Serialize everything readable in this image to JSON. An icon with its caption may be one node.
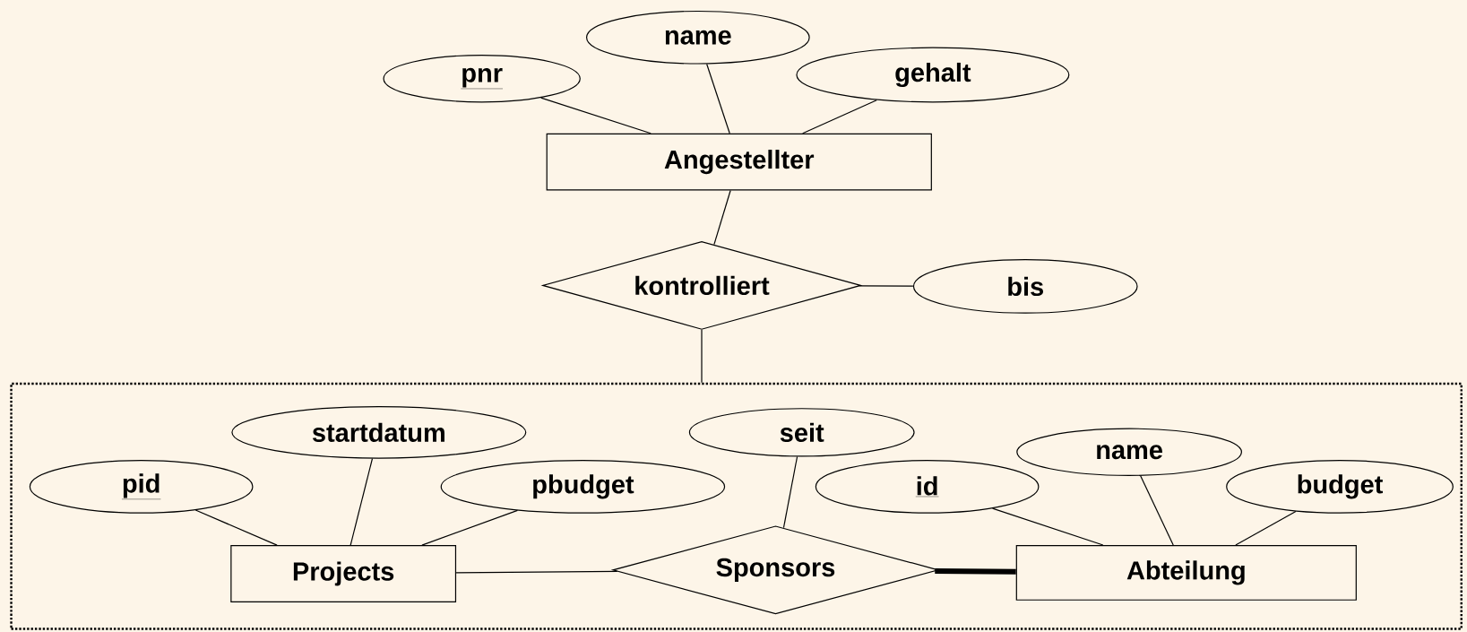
{
  "diagram": {
    "nodes": [
      {
        "text": [
          "name"
        ]
      },
      {
        "text": [
          "pnr"
        ]
      },
      {
        "text": [
          "gehalt"
        ]
      },
      {
        "text": [
          "Angestellter"
        ]
      },
      {
        "text": [
          "kontrolliert"
        ]
      },
      {
        "text": [
          "bis"
        ]
      },
      {
        "text": [],
        "shape": "box"
      },
      {
        "text": [
          "startdatum"
        ],
        "in": 6
      },
      {
        "text": [
          "seit"
        ],
        "in": 6
      },
      {
        "text": [
          "name"
        ],
        "in": 6
      },
      {
        "text": [
          "pid"
        ],
        "in": 6
      },
      {
        "text": [
          "pbudget"
        ],
        "in": 6
      },
      {
        "text": [
          "id"
        ],
        "in": 6
      },
      {
        "text": [
          "budget"
        ],
        "in": 6
      },
      {
        "text": [
          "Projects"
        ],
        "in": 6
      },
      {
        "text": [
          "Sponsors"
        ],
        "in": 6
      },
      {
        "text": [
          "Abteilung"
        ],
        "in": 6
      }
    ],
    "edges": [
      {
        "from": 3,
        "to": 1,
        "arrow": "none"
      },
      {
        "from": 3,
        "to": 0,
        "arrow": "none"
      },
      {
        "from": 3,
        "to": 2,
        "arrow": "none"
      },
      {
        "from": 3,
        "to": 4,
        "arrow": "none"
      },
      {
        "from": 4,
        "to": 5,
        "arrow": "none"
      },
      {
        "from": 4,
        "to": 6,
        "arrow": "none"
      },
      {
        "from": 14,
        "to": 10,
        "arrow": "none"
      },
      {
        "from": 14,
        "to": 7,
        "arrow": "none"
      },
      {
        "from": 14,
        "to": 11,
        "arrow": "none"
      },
      {
        "from": 14,
        "to": 15,
        "arrow": "none"
      },
      {
        "from": 15,
        "to": 8,
        "arrow": "none"
      },
      {
        "from": 15,
        "to": 16,
        "arrow": "none",
        "style": "thick"
      },
      {
        "from": 16,
        "to": 12,
        "arrow": "none"
      },
      {
        "from": 16,
        "to": 9,
        "arrow": "none"
      },
      {
        "from": 16,
        "to": 13,
        "arrow": "none"
      }
    ]
  }
}
